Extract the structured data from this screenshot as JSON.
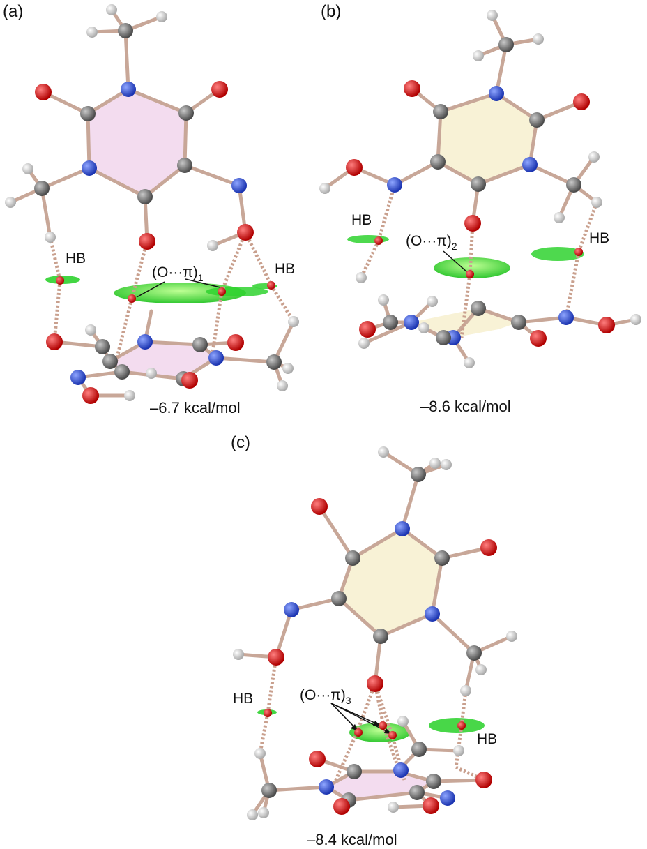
{
  "panels": [
    {
      "id": "a",
      "label": "(a)",
      "energy": "–6.7 kcal/mol",
      "interaction_label_main": "(O···π)",
      "interaction_label_sub": "1",
      "hb_labels": [
        "HB",
        "HB"
      ]
    },
    {
      "id": "b",
      "label": "(b)",
      "energy": "–8.6 kcal/mol",
      "interaction_label_main": "(O···π)",
      "interaction_label_sub": "2",
      "hb_labels": [
        "HB",
        "HB"
      ]
    },
    {
      "id": "c",
      "label": "(c)",
      "energy": "–8.4 kcal/mol",
      "interaction_label_main": "(O···π)",
      "interaction_label_sub": "3",
      "hb_labels": [
        "HB",
        "HB"
      ]
    }
  ],
  "colors": {
    "bond": "#c8a798",
    "carbon": "#7a7a7a",
    "nitrogen": "#2f54d8",
    "oxygen": "#e01010",
    "hydrogen": "#e6e6e6",
    "ring_pink": "#f3dcef",
    "ring_yellow": "#f8f2d6",
    "nci_surface": "#33dd22",
    "hbond": "#c9a08e"
  }
}
